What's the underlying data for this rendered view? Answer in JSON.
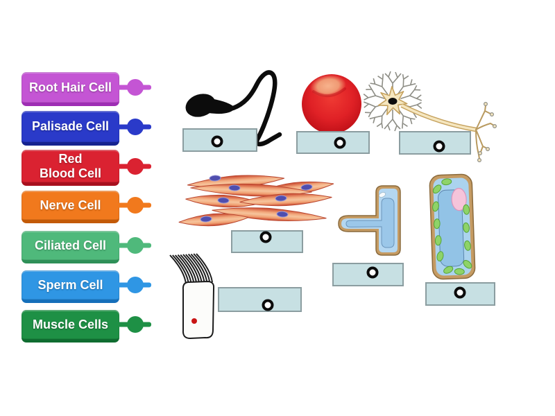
{
  "labels": [
    {
      "name": "root-hair-cell",
      "line1": "Root Hair Cell",
      "color": "#c455d4",
      "shadow_color": "#9e2db4"
    },
    {
      "name": "palisade-cell",
      "line1": "Palisade Cell",
      "color": "#2a3ac9",
      "shadow_color": "#16228f"
    },
    {
      "name": "red-blood-cell",
      "line1": "Red",
      "line2": "Blood Cell",
      "color": "#da2231",
      "shadow_color": "#a8101e"
    },
    {
      "name": "nerve-cell",
      "line1": "Nerve Cell",
      "color": "#f1791d",
      "shadow_color": "#c35a07"
    },
    {
      "name": "ciliated-cell",
      "line1": "Ciliated Cell",
      "color": "#4fb97b",
      "shadow_color": "#2e9058"
    },
    {
      "name": "sperm-cell",
      "line1": "Sperm Cell",
      "color": "#2f96e4",
      "shadow_color": "#156fba"
    },
    {
      "name": "muscle-cells",
      "line1": "Muscle Cells",
      "color": "#1e9045",
      "shadow_color": "#0f6c30"
    }
  ],
  "drop_zones": [
    {
      "name": "sperm-cell"
    },
    {
      "name": "red-blood-cell"
    },
    {
      "name": "nerve-cell"
    },
    {
      "name": "muscle-cells"
    },
    {
      "name": "ciliated-cell"
    },
    {
      "name": "root-hair-cell"
    },
    {
      "name": "palisade-cell"
    }
  ],
  "illustrations": [
    "sperm-cell",
    "red-blood-cell",
    "nerve-cell",
    "muscle-cells",
    "ciliated-cell",
    "root-hair-cell",
    "palisade-cell"
  ],
  "colors": {
    "background": "#ffffff",
    "answer_box_fill": "#c7e0e3",
    "answer_box_border": "#8b9da0",
    "pin_ring": "#0b0b0b"
  }
}
